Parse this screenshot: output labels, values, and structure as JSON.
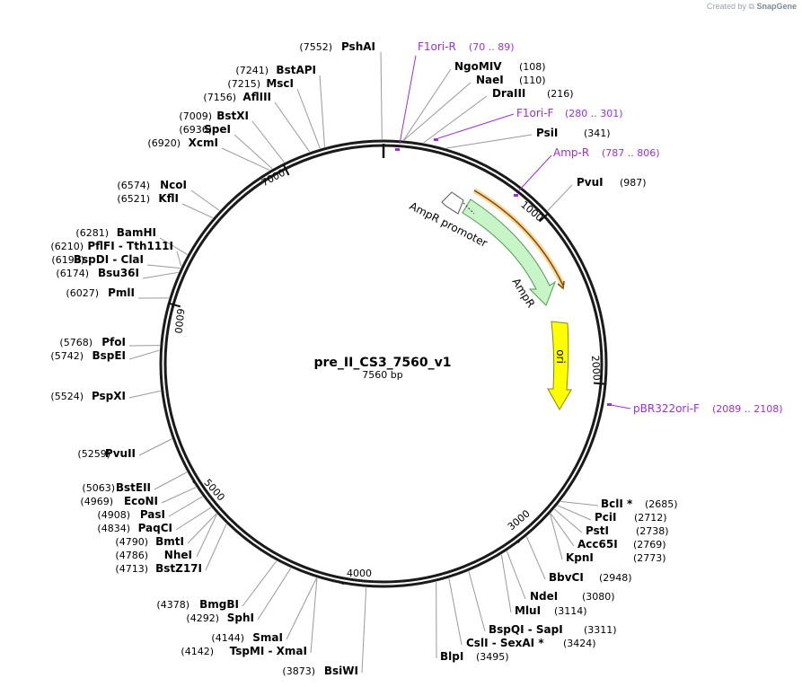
{
  "credit": {
    "prefix": "Created by",
    "brand": "SnapGene"
  },
  "plasmid": {
    "name": "pre_II_CS3_7560_v1",
    "length_label": "7560 bp",
    "length": 7560
  },
  "ticks": [
    "1000",
    "2000",
    "3000",
    "4000",
    "5000",
    "6000",
    "7000"
  ],
  "features": [
    {
      "name": "AmpR promoter",
      "color": "#ffffff",
      "stroke": "#555555"
    },
    {
      "name": "AmpR",
      "color": "#c8f5c8",
      "stroke": "#4d9a4d"
    },
    {
      "name": "ori",
      "color": "#ffff00",
      "stroke": "#8a8a00"
    }
  ],
  "primers": [
    {
      "name": "F1ori-R",
      "range": "(70 .. 89)"
    },
    {
      "name": "F1ori-F",
      "range": "(280 .. 301)"
    },
    {
      "name": "Amp-R",
      "range": "(787 .. 806)"
    },
    {
      "name": "pBR322ori-F",
      "range": "(2089 .. 2108)"
    }
  ],
  "enzymes_right": [
    {
      "name": "NgoMIV",
      "pos": "(108)"
    },
    {
      "name": "NaeI",
      "pos": "(110)"
    },
    {
      "name": "DraIII",
      "pos": "(216)"
    },
    {
      "name": "PsiI",
      "pos": "(341)"
    },
    {
      "name": "PvuI",
      "pos": "(987)"
    },
    {
      "name": "BclI *",
      "pos": "(2685)"
    },
    {
      "name": "PciI",
      "pos": "(2712)"
    },
    {
      "name": "PstI",
      "pos": "(2738)"
    },
    {
      "name": "Acc65I",
      "pos": "(2769)"
    },
    {
      "name": "KpnI",
      "pos": "(2773)"
    },
    {
      "name": "BbvCI",
      "pos": "(2948)"
    },
    {
      "name": "NdeI",
      "pos": "(3080)"
    },
    {
      "name": "MluI",
      "pos": "(3114)"
    },
    {
      "name": "BspQI - SapI",
      "pos": "(3311)"
    },
    {
      "name": "CslI - SexAI *",
      "pos": "(3424)"
    },
    {
      "name": "BlpI",
      "pos": "(3495)"
    }
  ],
  "enzymes_left": [
    {
      "name": "PshAI",
      "pos": "(7552)"
    },
    {
      "name": "BstAPI",
      "pos": "(7241)"
    },
    {
      "name": "MscI",
      "pos": "(7215)"
    },
    {
      "name": "AflIII",
      "pos": "(7156)"
    },
    {
      "name": "BstXI",
      "pos": "(7009)"
    },
    {
      "name": "SpeI",
      "pos": "(6936)"
    },
    {
      "name": "XcmI",
      "pos": "(6920)"
    },
    {
      "name": "NcoI",
      "pos": "(6574)"
    },
    {
      "name": "KflI",
      "pos": "(6521)"
    },
    {
      "name": "BamHI",
      "pos": "(6281)"
    },
    {
      "name": "PflFI - Tth111I",
      "pos": "(6210)"
    },
    {
      "name": "BspDI - ClaI",
      "pos": "(6199)"
    },
    {
      "name": "Bsu36I",
      "pos": "(6174)"
    },
    {
      "name": "PmlI",
      "pos": "(6027)"
    },
    {
      "name": "PfoI",
      "pos": "(5768)"
    },
    {
      "name": "BspEI",
      "pos": "(5742)"
    },
    {
      "name": "PspXI",
      "pos": "(5524)"
    },
    {
      "name": "PvuII",
      "pos": "(5259)"
    },
    {
      "name": "BstEII",
      "pos": "(5063)"
    },
    {
      "name": "EcoNI",
      "pos": "(4969)"
    },
    {
      "name": "PasI",
      "pos": "(4908)"
    },
    {
      "name": "PaqCI",
      "pos": "(4834)"
    },
    {
      "name": "BmtI",
      "pos": "(4790)"
    },
    {
      "name": "NheI",
      "pos": "(4786)"
    },
    {
      "name": "BstZ17I",
      "pos": "(4713)"
    },
    {
      "name": "BmgBI",
      "pos": "(4378)"
    },
    {
      "name": "SphI",
      "pos": "(4292)"
    },
    {
      "name": "SmaI",
      "pos": "(4144)"
    },
    {
      "name": "TspMI - XmaI",
      "pos": "(4142)"
    },
    {
      "name": "BsiWI",
      "pos": "(3873)"
    }
  ]
}
